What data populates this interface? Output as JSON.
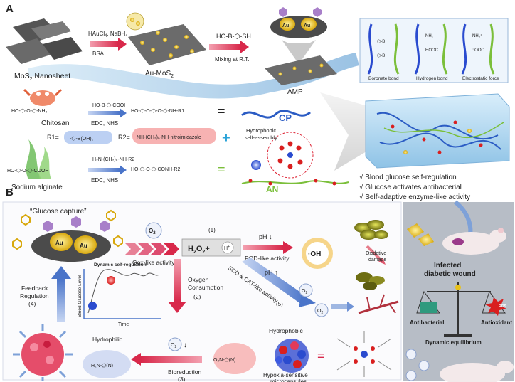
{
  "panel_a": {
    "label": "A",
    "mos2_label": "MoS",
    "mos2_label_sub": "2",
    "mos2_label_tail": " Nanosheet",
    "reagents_top": "HAuCl",
    "reagents_top_sub": "4",
    "reagents_top_tail": ", NaBH",
    "reagents_top_sub2": "4",
    "reagents_bottom": "BSA",
    "au_mos2_label": "Au-MoS",
    "au_mos2_label_sub": "2",
    "mixing_label": "Mixing at R.T.",
    "amp_label": "AMP",
    "au_text": "Au",
    "bond_labels": [
      "Boronate bond",
      "Hydrogen bond",
      "Electrostatic force"
    ],
    "chitosan_label": "Chitosan",
    "sodium_alginate_label": "Sodium alginate",
    "edc_nhs": "EDC, NHS",
    "r1_label": "R1=",
    "r2_label": "R2=",
    "equals": "=",
    "plus": "+",
    "cp_label": "CP",
    "an_label": "AN",
    "hydrophobic_assembly": [
      "Hydrophobic",
      "self-assembly"
    ],
    "features": [
      "√  Blood glucose self-regulation",
      "√  Glucose activates antibacterial",
      "√  Self-adaptive enzyme-like activity"
    ]
  },
  "panel_b": {
    "label": "B",
    "glucose_capture": "“Glucose capture”",
    "o2": "O",
    "o2_sub": "2",
    "gox_activity": "Gox-like activity",
    "step1": "(1)",
    "h2o2": "H",
    "h2o2_sub1": "2",
    "h2o2_mid": "O",
    "h2o2_sub2": "2",
    "h2o2_plus": "+",
    "h_plus": "H",
    "h_plus_sup": "+",
    "ph_down": "pH",
    "pod_activity": "POD-like activity",
    "oh_radical": "·OH",
    "oxidative_damage": [
      "Oxidative",
      "damage"
    ],
    "sod_cat": "SOD & CAT-like activity",
    "ph_up": "pH",
    "step5": "(5)",
    "oxygen_consumption": [
      "Oxygen",
      "Consumption"
    ],
    "step2": "(2)",
    "feedback": [
      "Feedback",
      "Regulation"
    ],
    "step4": "(4)",
    "dynamic_self_regulation": "Dynamic self-regulation",
    "blood_glucose_axis": "Blood Glucose Level",
    "time_axis": "Time",
    "hydrophilic": "Hydrophilic",
    "hydrophobic": "Hydrophobic",
    "bioreduction": "Bioreduction",
    "step3": "(3)",
    "hypoxia_capsules": [
      "Hypoxia-sensitive",
      "microcapsules"
    ],
    "infected_wound": [
      "Infected",
      "diabetic wound"
    ],
    "antibacterial": "Antibacterial",
    "antioxidant": "Antioxidant",
    "dynamic_equilibrium": "Dynamic equilibrium",
    "ros_tag": "ROS"
  },
  "colors": {
    "red_arrow": "#d8284a",
    "blue_arrow": "#4a74c9",
    "gold": "#e8c21a",
    "dark_sheet": "#4b4b4b",
    "purple_hex": "#a87fc9",
    "cp_blue": "#2b5cc4",
    "an_green": "#7bbf3a"
  }
}
